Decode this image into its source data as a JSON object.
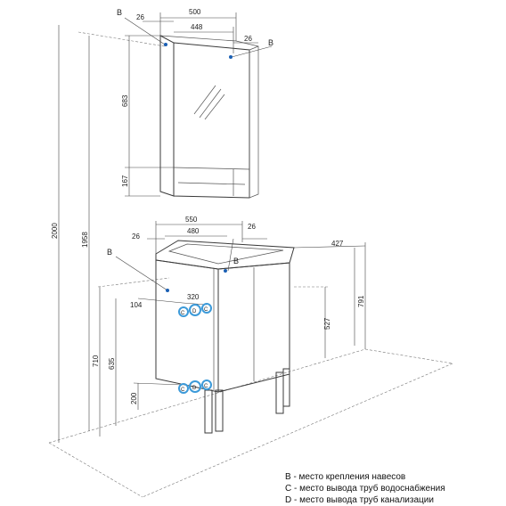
{
  "colors": {
    "line": "#3a3a3a",
    "accent": "#1a5fb4",
    "pipe": "#3c9ad9"
  },
  "icons": [
    "mount-point-icon",
    "water-pipe-icon",
    "drain-pipe-icon",
    "mirror-glass-icon"
  ],
  "dimensions": {
    "mirror_width": "500",
    "mirror_inner": "448",
    "mirror_offset_left": "26",
    "mirror_offset_right": "26",
    "mirror_height": "683",
    "shelf_height": "167",
    "total_height": "2000",
    "mirror_top": "1958",
    "basin_width": "550",
    "basin_inner": "480",
    "basin_offset_left": "26",
    "basin_offset_right": "26",
    "depth": "427",
    "cabinet_height": "791",
    "cabinet_body": "527",
    "mount_height": "710",
    "water_height": "635",
    "drain_height": "200",
    "water_offset": "104",
    "water_spacing": "320"
  },
  "markers": {
    "b1": "B",
    "b2": "B",
    "b3": "B",
    "b4": "B"
  },
  "pipe_labels": {
    "c1": "C",
    "d1": "D",
    "c2": "C",
    "c3": "C",
    "d2": "D",
    "c4": "C"
  },
  "legend": [
    "B - место крепления навесов",
    "C - место вывода труб водоснабжения",
    "D - место вывода труб канализации"
  ]
}
